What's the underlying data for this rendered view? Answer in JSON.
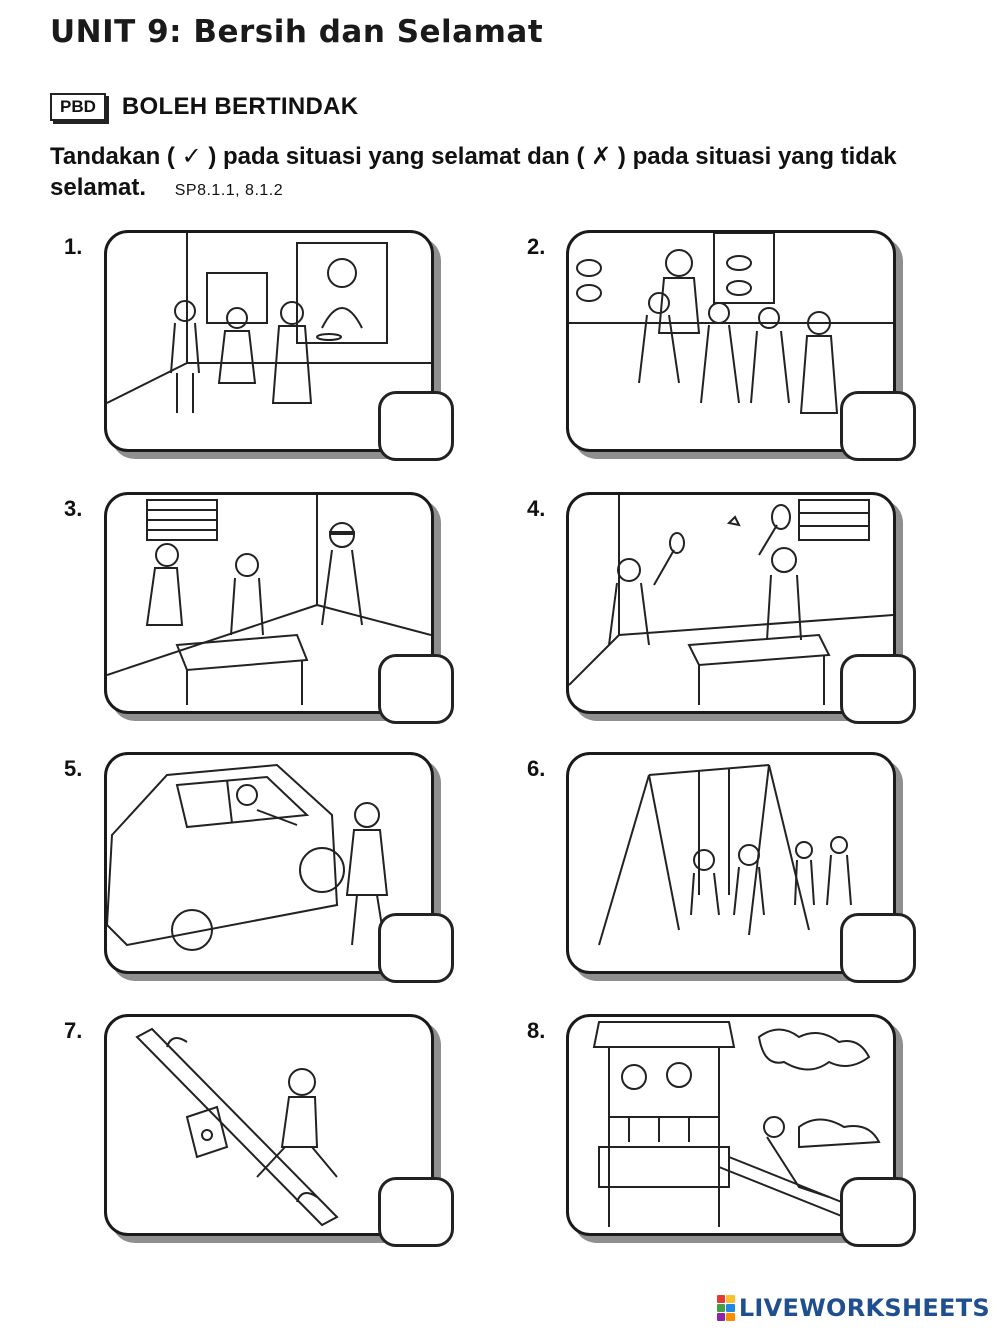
{
  "header": {
    "unit_title": "UNIT 9: Bersih dan Selamat",
    "pbd_label": "PBD",
    "section_title": "BOLEH BERTINDAK",
    "instruction": "Tandakan ( ✓ ) pada situasi yang selamat dan ( ✗ ) pada situasi yang tidak selamat.",
    "standard_code": "SP8.1.1, 8.1.2"
  },
  "items": [
    {
      "number": "1."
    },
    {
      "number": "2."
    },
    {
      "number": "3."
    },
    {
      "number": "4."
    },
    {
      "number": "5."
    },
    {
      "number": "6."
    },
    {
      "number": "7."
    },
    {
      "number": "8."
    }
  ],
  "footer": {
    "brand": "LIVEWORKSHEETS",
    "logo_colors": [
      "#e53935",
      "#fbc02d",
      "#43a047",
      "#1e88e5",
      "#8e24aa",
      "#fb8c00"
    ]
  },
  "colors": {
    "ink": "#1a1a1a",
    "shadow": "#8f8f8f",
    "brand": "#1f4f8f"
  }
}
